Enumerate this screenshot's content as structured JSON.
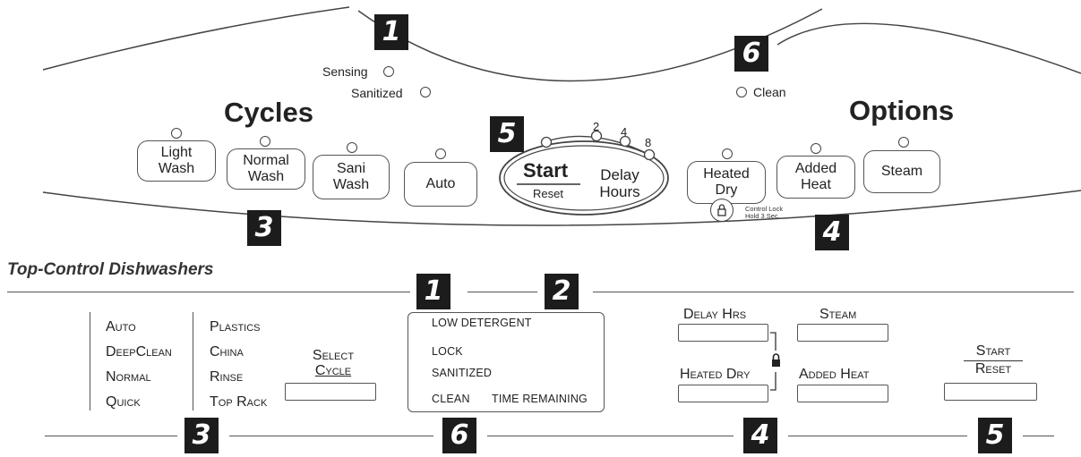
{
  "upper_panel": {
    "headings": {
      "cycles": "Cycles",
      "options": "Options"
    },
    "indicators": {
      "sensing": "Sensing",
      "sanitized": "Sanitized",
      "clean": "Clean"
    },
    "cycle_buttons": {
      "light_wash": [
        "Light",
        "Wash"
      ],
      "normal_wash": [
        "Normal",
        "Wash"
      ],
      "sani_wash": [
        "Sani",
        "Wash"
      ],
      "auto": "Auto"
    },
    "start_group": {
      "start": "Start",
      "reset": "Reset",
      "delay": [
        "Delay",
        "Hours"
      ],
      "delay_values": [
        "2",
        "4",
        "8"
      ]
    },
    "option_buttons": {
      "heated_dry": [
        "Heated",
        "Dry"
      ],
      "added_heat": [
        "Added",
        "Heat"
      ],
      "steam": "Steam"
    },
    "control_lock": [
      "Control Lock",
      "Hold 3 Sec."
    ],
    "badges": {
      "b1": "1",
      "b6": "6",
      "b5": "5",
      "b3": "3",
      "b4": "4"
    }
  },
  "lower_panel": {
    "title": "Top-Control Dishwashers",
    "cycle_list_left": [
      "Auto",
      "DeepClean",
      "Normal",
      "Quick"
    ],
    "cycle_list_right": [
      "Plastics",
      "China",
      "Rinse",
      "Top Rack"
    ],
    "select_cycle": [
      "Select",
      "Cycle"
    ],
    "display": {
      "low_detergent": "LOW DETERGENT",
      "lock": "LOCK",
      "sanitized": "SANITIZED",
      "clean": "CLEAN",
      "time_remaining": "TIME REMAINING"
    },
    "buttons": {
      "delay_hrs": "Delay Hrs",
      "steam": "Steam",
      "heated_dry": "Heated Dry",
      "added_heat": "Added Heat",
      "start": "Start",
      "reset": "Reset"
    },
    "badges": {
      "b1": "1",
      "b2": "2",
      "b3": "3",
      "b6": "6",
      "b4": "4",
      "b5": "5"
    }
  }
}
